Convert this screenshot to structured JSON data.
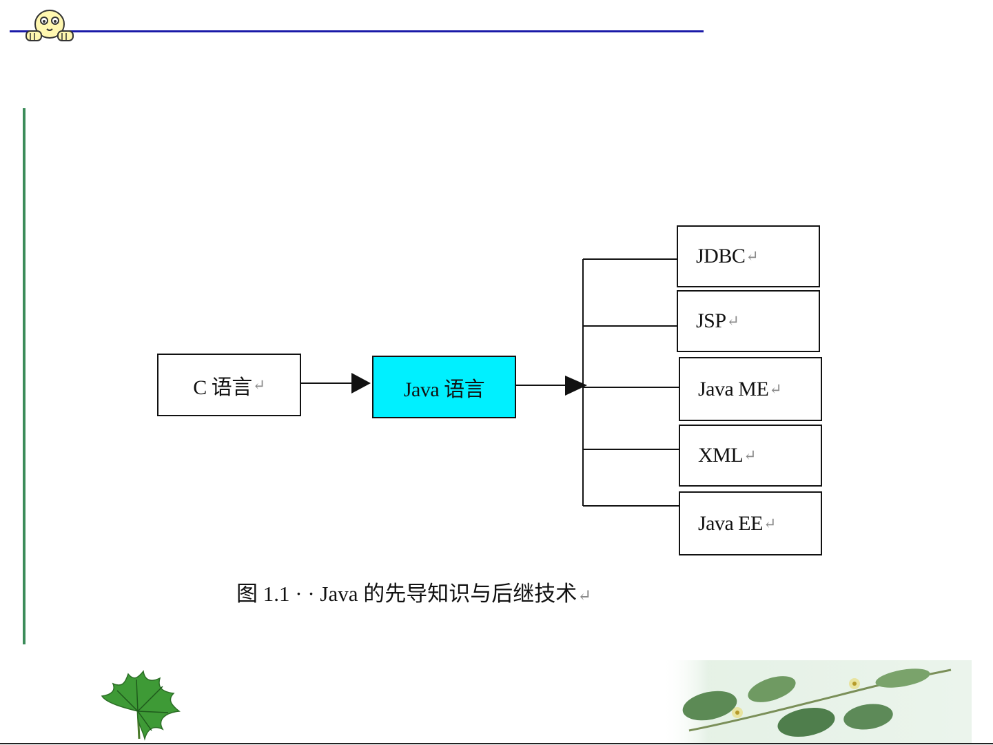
{
  "diagram": {
    "nodes": {
      "c": "C 语言",
      "java": "Java 语言",
      "jdbc": "JDBC",
      "jsp": "JSP",
      "javame": "Java ME",
      "xml": "XML",
      "javaee": "Java EE"
    },
    "edges": [
      [
        "C 语言",
        "Java 语言"
      ],
      [
        "Java 语言",
        "JDBC"
      ],
      [
        "Java 语言",
        "JSP"
      ],
      [
        "Java 语言",
        "Java ME"
      ],
      [
        "Java 语言",
        "XML"
      ],
      [
        "Java 语言",
        "Java EE"
      ]
    ],
    "paragraph_mark": "↵",
    "caption": "图 1.1 · · Java 的先导知识与后继技术"
  },
  "colors": {
    "highlight": "#00f0ff",
    "header_rule": "#1a1aa8",
    "left_bar": "#3c8c5a"
  },
  "decor": {
    "mascot_icon": "peeking-face-icon",
    "leaf_left_icon": "green-leaf-icon",
    "leaf_right_icon": "vine-leaves-icon"
  }
}
